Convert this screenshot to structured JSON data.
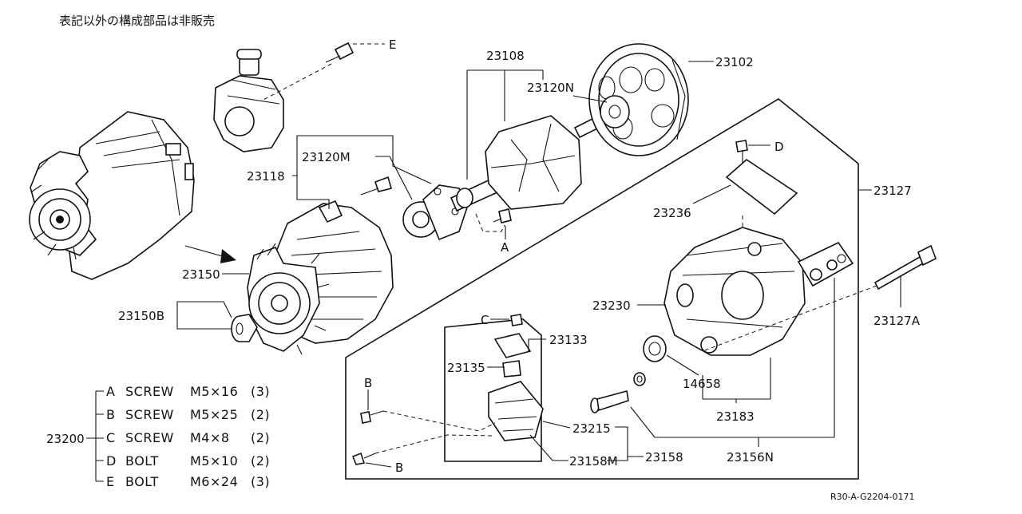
{
  "note": "表記以外の構成部品は非販売",
  "reference": "R30-A-G2204-0171",
  "part_numbers": {
    "p23102": "23102",
    "p23108": "23108",
    "p23120N": "23120N",
    "p23118": "23118",
    "p23120M": "23120M",
    "p23127": "23127",
    "p23236": "23236",
    "p23150": "23150",
    "p23150B": "23150B",
    "p23230": "23230",
    "p23127A": "23127A",
    "p23133": "23133",
    "p23135": "23135",
    "p14658": "14658",
    "p23183": "23183",
    "p23215": "23215",
    "p23158M": "23158M",
    "p23158": "23158",
    "p23156N": "23156N",
    "p23200": "23200"
  },
  "fastener_letters": {
    "E": "E",
    "D": "D",
    "A": "A",
    "C": "C",
    "B1": "B",
    "B2": "B"
  },
  "legend": [
    {
      "letter": "A",
      "name": "SCREW",
      "size": "M5×16",
      "qty": "(3)"
    },
    {
      "letter": "B",
      "name": "SCREW",
      "size": "M5×25",
      "qty": "(2)"
    },
    {
      "letter": "C",
      "name": "SCREW",
      "size": "M4×8",
      "qty": "(2)"
    },
    {
      "letter": "D",
      "name": "BOLT",
      "size": "M5×10",
      "qty": "(2)"
    },
    {
      "letter": "E",
      "name": "BOLT",
      "size": "M6×24",
      "qty": "(3)"
    }
  ]
}
